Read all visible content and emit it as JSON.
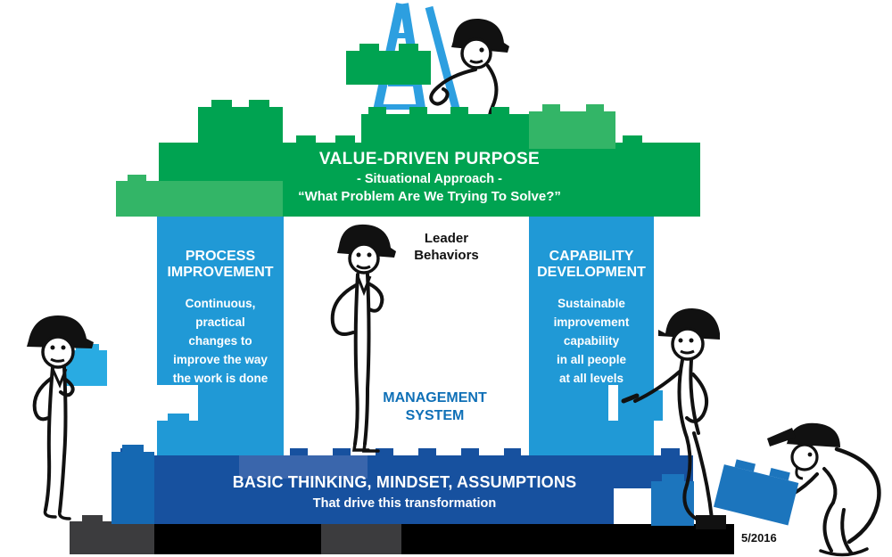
{
  "colors": {
    "green": "#00A351",
    "green-light": "#33B567",
    "pillar-blue": "#2099D6",
    "sky-blue": "#29ABE2",
    "ladder-blue": "#2D9FE0",
    "navy": "#17519F",
    "navy-light": "#3A66AC",
    "mid-blue": "#1C75BD",
    "deep-blue": "#1568B2",
    "gray": "#3C3C3E",
    "ink": "#111111",
    "management-text-blue": "#0F70B7"
  },
  "roof": {
    "title": "VALUE-DRIVEN PURPOSE",
    "subtitle": "- Situational Approach -",
    "question": "“What Problem Are We Trying To Solve?”"
  },
  "pillars": {
    "left": {
      "title": "PROCESS\nIMPROVEMENT",
      "body": "Continuous,\npractical\nchanges to\nimprove the way\nthe work is done"
    },
    "right": {
      "title": "CAPABILITY\nDEVELOPMENT",
      "body": "Sustainable\nimprovement\ncapability\nin all people\nat all levels"
    }
  },
  "center": {
    "leader_behaviors": "Leader\nBehaviors",
    "management_system": "MANAGEMENT\nSYSTEM"
  },
  "base": {
    "line1": "BASIC THINKING, MINDSET, ASSUMPTIONS",
    "line2": "That drive this transformation"
  },
  "footer": {
    "date": "5/2016"
  }
}
